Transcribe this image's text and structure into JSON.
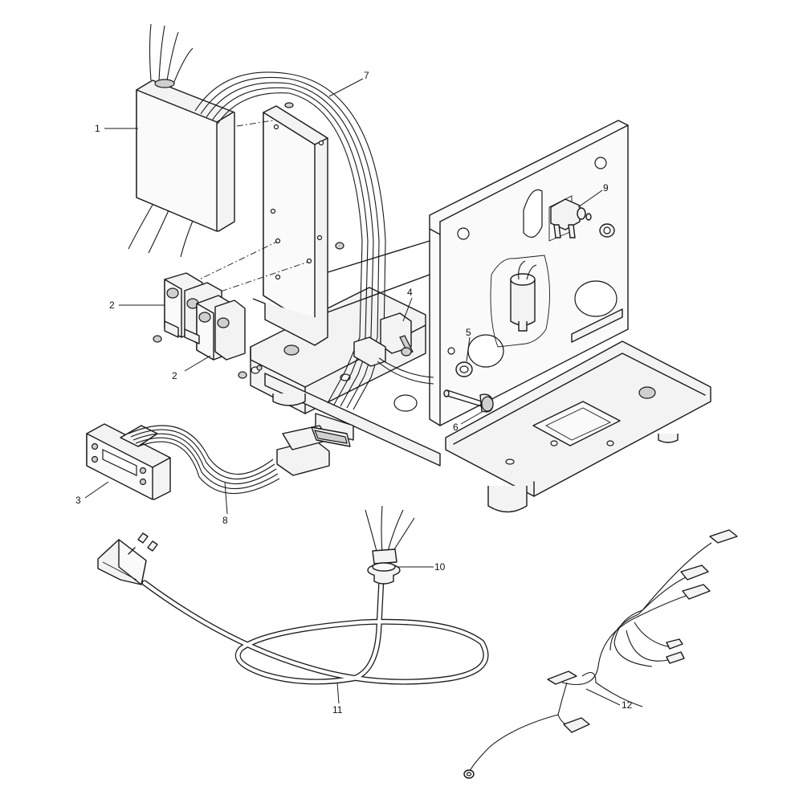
{
  "diagram": {
    "callouts": [
      {
        "id": "c1",
        "text": "1"
      },
      {
        "id": "c2a",
        "text": "2"
      },
      {
        "id": "c2b",
        "text": "2"
      },
      {
        "id": "c3",
        "text": "3"
      },
      {
        "id": "c4",
        "text": "4"
      },
      {
        "id": "c5",
        "text": "5"
      },
      {
        "id": "c6",
        "text": "6"
      },
      {
        "id": "c7",
        "text": "7"
      },
      {
        "id": "c8",
        "text": "8"
      },
      {
        "id": "c9",
        "text": "9"
      },
      {
        "id": "c10",
        "text": "10"
      },
      {
        "id": "c11",
        "text": "11"
      },
      {
        "id": "c12",
        "text": "12"
      }
    ]
  }
}
